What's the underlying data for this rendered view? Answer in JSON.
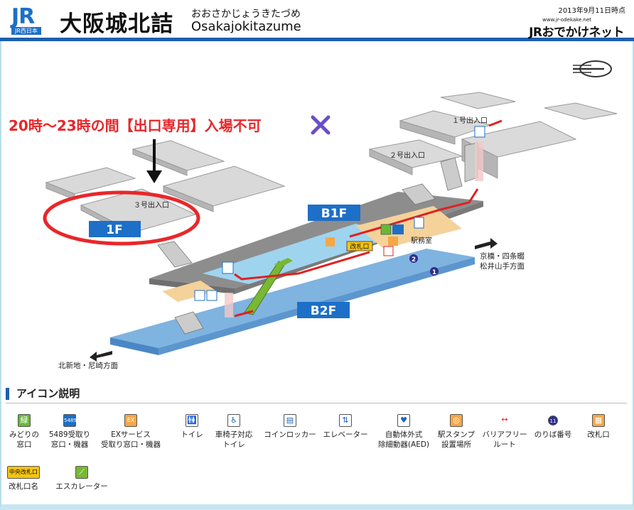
{
  "header": {
    "logo_text": "JR",
    "logo_sub": "JR西日本",
    "station_name": "大阪城北詰",
    "station_kana": "おおさかじょうきたづめ",
    "station_roman": "Osakajokitazume",
    "date": "2013年9月11日時点",
    "site_url": "www.jr-odekake.net",
    "site_name": "JRおでかけネット"
  },
  "map": {
    "notice": "20時〜23時の間【出口専用】入場不可",
    "floor_1f": "1F",
    "floor_b1f": "B1F",
    "floor_b2f": "B2F",
    "exit_1": "１号出入口",
    "exit_2": "２号出入口",
    "exit_3": "３号出入口",
    "ticket_gate": "改札口",
    "station_office": "駅務室",
    "direction_east": "京橋・四条畷\n松井山手方面",
    "direction_west": "北新地・尼崎方面",
    "track_1": "1",
    "track_2": "2",
    "colors": {
      "floor_blue": "#1d6fc7",
      "platform_blue": "#7fb3e0",
      "concourse_blue": "#9fd4ef",
      "route_red": "#e02020",
      "notice_red": "#e8272a",
      "gray_floor": "#8d8d8d",
      "escalator_green": "#78b833"
    }
  },
  "legend": {
    "heading": "アイコン説明",
    "items": [
      {
        "id": "midori",
        "icon": "midori-window-icon",
        "glyph": "緑",
        "label": "みどりの\n窓口"
      },
      {
        "id": "5489",
        "icon": "ticket-5489-icon",
        "glyph": "5489",
        "label": "5489受取り\n窓口・機器"
      },
      {
        "id": "ex",
        "icon": "ex-service-icon",
        "glyph": "EX",
        "label": "EXサービス\n受取り窓口・機器"
      },
      {
        "id": "toilet",
        "icon": "toilet-icon",
        "glyph": "🚻",
        "label": "トイレ"
      },
      {
        "id": "wc",
        "icon": "wheelchair-toilet-icon",
        "glyph": "♿",
        "label": "車椅子対応\nトイレ"
      },
      {
        "id": "locker",
        "icon": "coin-locker-icon",
        "glyph": "▤",
        "label": "コインロッカー"
      },
      {
        "id": "elevator",
        "icon": "elevator-icon",
        "glyph": "⇅",
        "label": "エレベーター"
      },
      {
        "id": "aed",
        "icon": "aed-icon",
        "glyph": "♥",
        "label": "自動体外式\n除細動器(AED)"
      },
      {
        "id": "stamp",
        "icon": "station-stamp-icon",
        "glyph": "◎",
        "label": "駅スタンプ\n設置場所"
      },
      {
        "id": "barrier",
        "icon": "barrier-free-route-icon",
        "glyph": "↔",
        "label": "バリアフリー\nルート"
      },
      {
        "id": "track",
        "icon": "track-number-icon",
        "glyph": "11",
        "label": "のりば番号"
      },
      {
        "id": "gate",
        "icon": "ticket-gate-icon",
        "glyph": "▦",
        "label": "改札口"
      },
      {
        "id": "gatename",
        "icon": "gate-name-icon",
        "glyph": "中央改札口",
        "label": "改札口名"
      },
      {
        "id": "escalator",
        "icon": "escalator-icon",
        "glyph": "⟋",
        "label": "エスカレーター"
      }
    ]
  }
}
